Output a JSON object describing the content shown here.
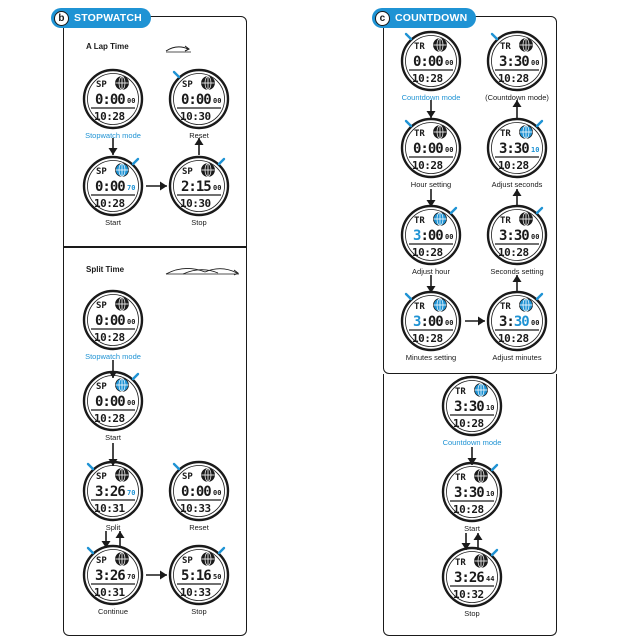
{
  "colors": {
    "accent": "#1f93d4",
    "ink": "#1a1a1a"
  },
  "stopwatch": {
    "badge_letter": "b",
    "badge_label": "STOPWATCH",
    "lap_title": "A  Lap  Time",
    "split_title": "Split  Time",
    "lap": [
      {
        "mode": "SP",
        "top": "0:00",
        "unit": "00",
        "bottom": "10:28",
        "caption": "Stopwatch mode",
        "blue": true,
        "icon": "gear"
      },
      {
        "mode": "SP",
        "top": "0:00",
        "unit": "00",
        "bottom": "10:30",
        "caption": "Reset",
        "blue": false,
        "icon": "gear"
      },
      {
        "mode": "SP",
        "top": "0:00",
        "unit": "70",
        "bottom": "10:28",
        "caption": "Start",
        "blue": false,
        "icon": "globe"
      },
      {
        "mode": "SP",
        "top": "2:15",
        "unit": "00",
        "bottom": "10:30",
        "caption": "Stop",
        "blue": false,
        "icon": "gear"
      }
    ],
    "split": [
      {
        "mode": "SP",
        "top": "0:00",
        "unit": "00",
        "bottom": "10:28",
        "caption": "Stopwatch mode",
        "blue": true,
        "icon": "gear"
      },
      {
        "mode": "SP",
        "top": "0:00",
        "unit": "00",
        "bottom": "10:28",
        "caption": "Start",
        "blue": false,
        "icon": "globe"
      },
      {
        "mode": "SP",
        "top": "3:26",
        "unit": "70",
        "bottom": "10:31",
        "caption": "Split",
        "blue": false,
        "icon": "gear"
      },
      {
        "mode": "SP",
        "top": "0:00",
        "unit": "00",
        "bottom": "10:33",
        "caption": "Reset",
        "blue": false,
        "icon": "gear"
      },
      {
        "mode": "SP",
        "top": "3:26",
        "unit": "70",
        "bottom": "10:31",
        "caption": "Continue",
        "blue": false,
        "icon": "gear"
      },
      {
        "mode": "SP",
        "top": "5:16",
        "unit": "50",
        "bottom": "10:33",
        "caption": "Stop",
        "blue": false,
        "icon": "gear"
      }
    ]
  },
  "countdown": {
    "badge_letter": "c",
    "badge_label": "COUNTDOWN",
    "setting": [
      {
        "mode": "TR",
        "top": "0:00",
        "unit": "00",
        "bottom": "10:28",
        "caption": "Countdown mode",
        "blue": true,
        "icon": "gear"
      },
      {
        "mode": "TR",
        "top": "3:30",
        "unit": "00",
        "bottom": "10:28",
        "caption": "(Countdown mode)",
        "blue": false,
        "icon": "gear"
      },
      {
        "mode": "TR",
        "top": "0:00",
        "unit": "00",
        "bottom": "10:28",
        "caption": "Hour setting",
        "blue": false,
        "icon": "gear"
      },
      {
        "mode": "TR",
        "top": "3:30",
        "unit": "10",
        "bottom": "10:28",
        "caption": "Adjust seconds",
        "blue": false,
        "icon": "globe"
      },
      {
        "mode": "TR",
        "top": "3:00",
        "unit": "00",
        "bottom": "10:28",
        "caption": "Adjust hour",
        "blue": false,
        "icon": "globe"
      },
      {
        "mode": "TR",
        "top": "3:30",
        "unit": "00",
        "bottom": "10:28",
        "caption": "Seconds setting",
        "blue": false,
        "icon": "gear"
      },
      {
        "mode": "TR",
        "top": "3:00",
        "unit": "00",
        "bottom": "10:28",
        "caption": "Minutes setting",
        "blue": false,
        "icon": "globe"
      },
      {
        "mode": "TR",
        "top": "3:30",
        "unit": "00",
        "bottom": "10:28",
        "caption": "Adjust minutes",
        "blue": false,
        "icon": "globe"
      }
    ],
    "run": [
      {
        "mode": "TR",
        "top": "3:30",
        "unit": "10",
        "bottom": "10:28",
        "caption": "Countdown mode",
        "blue": true,
        "icon": "globe"
      },
      {
        "mode": "TR",
        "top": "3:30",
        "unit": "10",
        "bottom": "10:28",
        "caption": "Start",
        "blue": false,
        "icon": "gear"
      },
      {
        "mode": "TR",
        "top": "3:26",
        "unit": "44",
        "bottom": "10:32",
        "caption": "Stop",
        "blue": false,
        "icon": "gear"
      }
    ]
  }
}
